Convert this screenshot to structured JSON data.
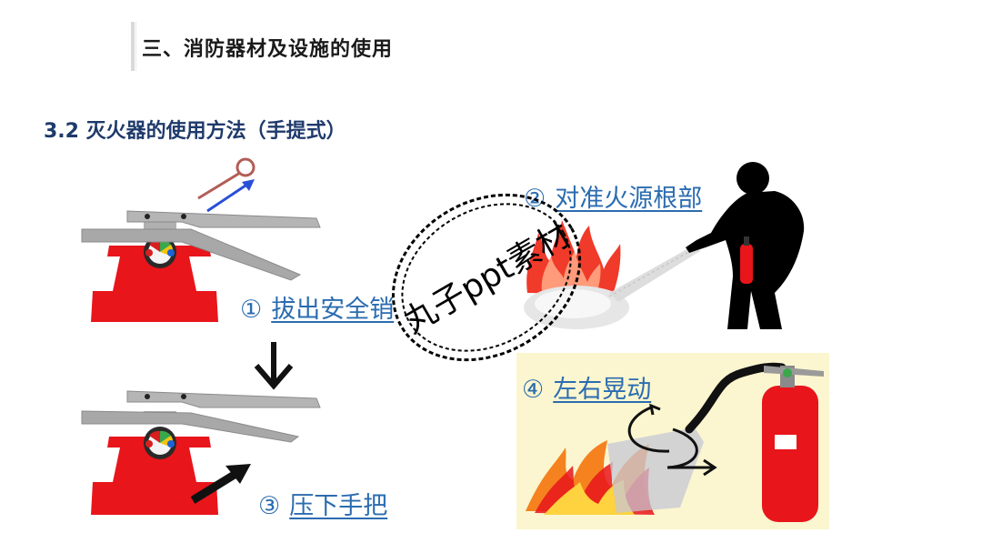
{
  "header": {
    "section_title": "三、消防器材及设施的使用"
  },
  "content": {
    "subtitle": "3.2 灭火器的使用方法（手提式）",
    "steps": [
      {
        "num": "①",
        "label": "拔出安全销"
      },
      {
        "num": "②",
        "label": "对准火源根部"
      },
      {
        "num": "③",
        "label": "压下手把"
      },
      {
        "num": "④",
        "label": "左右晃动"
      }
    ]
  },
  "watermark": {
    "text": "丸子ppt素材"
  },
  "colors": {
    "extinguisher_red": "#e8151b",
    "handle_gray": "#a8a8a8",
    "link_blue": "#2b6cb0",
    "title_navy": "#1f3a6b",
    "panel_yellow": "#fbf6cf"
  },
  "icons": [
    "extinguisher-handle-pull-pin",
    "down-arrow",
    "extinguisher-handle-press",
    "silhouette-spraying",
    "extinguisher-sweep"
  ]
}
